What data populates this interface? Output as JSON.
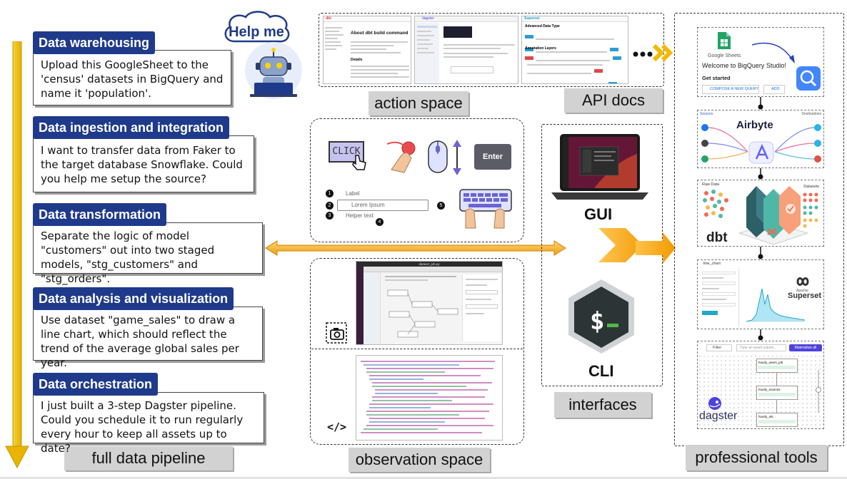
{
  "help_bubble": {
    "text": "Help me"
  },
  "tasks": [
    {
      "title": "Data warehousing",
      "desc": "Upload this GoogleSheet to the 'census' datasets in BigQuery and name it 'population'."
    },
    {
      "title": "Data ingestion and integration",
      "desc": "I want to transfer data from Faker to the target database Snowflake. Could you help me setup the source?"
    },
    {
      "title": "Data transformation",
      "desc": "Separate the logic of model \"customers\" out into two staged models, \"stg_customers\" and \"stg_orders\"."
    },
    {
      "title": "Data analysis and visualization",
      "desc": "Use dataset \"game_sales\" to draw a line chart, which should reflect the trend of the average global sales per year."
    },
    {
      "title": "Data orchestration",
      "desc": "I just built a 3-step Dagster pipeline. Could you schedule it to run regularly every hour to keep all assets up to date?"
    }
  ],
  "labels": {
    "full_pipeline": "full data pipeline",
    "action_space": "action space",
    "api_docs": "API docs",
    "observation_space": "observation space",
    "interfaces": "interfaces",
    "professional_tools": "professional tools",
    "gui": "GUI",
    "cli": "CLI"
  },
  "action_icons": {
    "click": "CLICK",
    "enter": "Enter",
    "form_label": "Label",
    "form_placeholder": "Lorem Ipsum",
    "form_helper": "Helper text",
    "markers": [
      "1",
      "2",
      "3",
      "4",
      "5"
    ]
  },
  "docs": {
    "dbt_title": "About dbt build command",
    "dbt_logo": "dbt",
    "dbt_section": "Details",
    "dagster_logo": "dagster",
    "superset_logo": "Superset",
    "superset_heading": "Advanced Data Type",
    "superset_sub": "Annotation Layers"
  },
  "tools": {
    "gsheets_label": "Google Sheets",
    "bq_welcome": "Welcome to BigQuery Studio!",
    "bq_started": "Get started",
    "bq_compose": "COMPOSE A NEW QUERY",
    "bq_add": "ADD",
    "airbyte": "Airbyte",
    "airbyte_sources": "Sources",
    "airbyte_dest": "Destinations",
    "dbt_raw": "Raw Data",
    "dbt_datasets": "Datasets",
    "dbt": "dbt",
    "superset": "Superset",
    "superset_apache": "Apache",
    "superset_chart": "line_chart",
    "dagster": "dagster",
    "dagster_filter": "Filter",
    "dagster_search": "Type an asset subset...",
    "dagster_materialize": "Materialize all",
    "dagster_assets": [
      "hourly_users_job",
      "hourly_sources",
      "hourly_sts"
    ]
  },
  "observation": {
    "screenshot_title": "dataset_job.py",
    "code_icon": "</>"
  },
  "colors": {
    "task_title_bg": "#1f3a8a",
    "pipeline_arrow": "#f2c200",
    "connector_arrow": "#f5a623",
    "label_bg": "#d2d2d2"
  }
}
